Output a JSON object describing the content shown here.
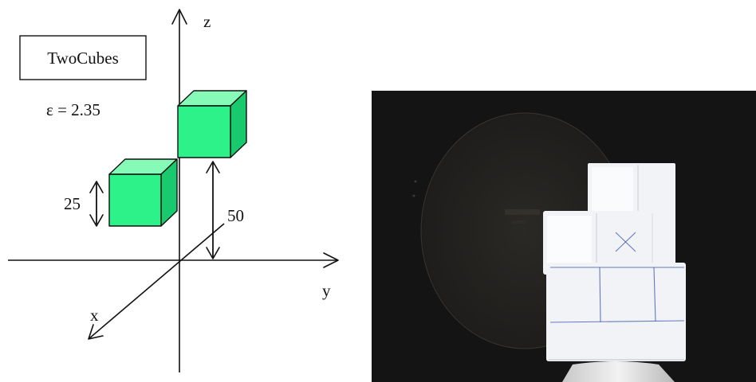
{
  "diagram": {
    "model_label": "TwoCubes",
    "permittivity_label": "ε = 2.35",
    "axes": {
      "x": "x",
      "y": "y",
      "z": "z"
    },
    "dimensions": {
      "cube_size": "25",
      "offset": "50"
    },
    "colors": {
      "cube_front": "#2df28a",
      "cube_top": "#86fbb7",
      "cube_side": "#19c96d"
    }
  },
  "photo": {
    "colors": {
      "background": "#141414",
      "foam": "#f1f3f6",
      "marker": "#4b63b5"
    }
  }
}
